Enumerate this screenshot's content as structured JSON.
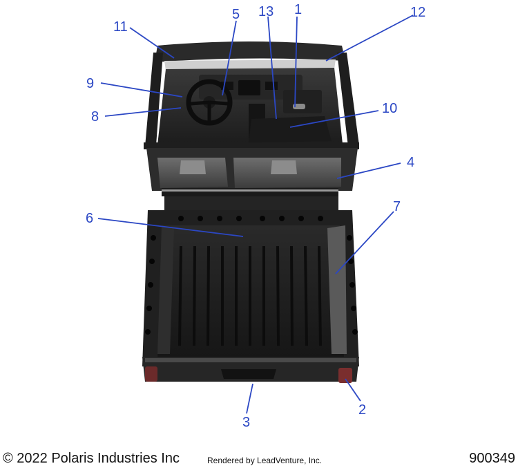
{
  "diagram": {
    "callouts": [
      "1",
      "2",
      "3",
      "4",
      "5",
      "6",
      "7",
      "8",
      "9",
      "10",
      "11",
      "12",
      "13"
    ],
    "accent_color": "#2b47c4"
  },
  "footer": {
    "copyright": "© 2022 Polaris Industries Inc",
    "rendered_by": "Rendered by LeadVenture, Inc.",
    "diagram_id": "900349"
  }
}
